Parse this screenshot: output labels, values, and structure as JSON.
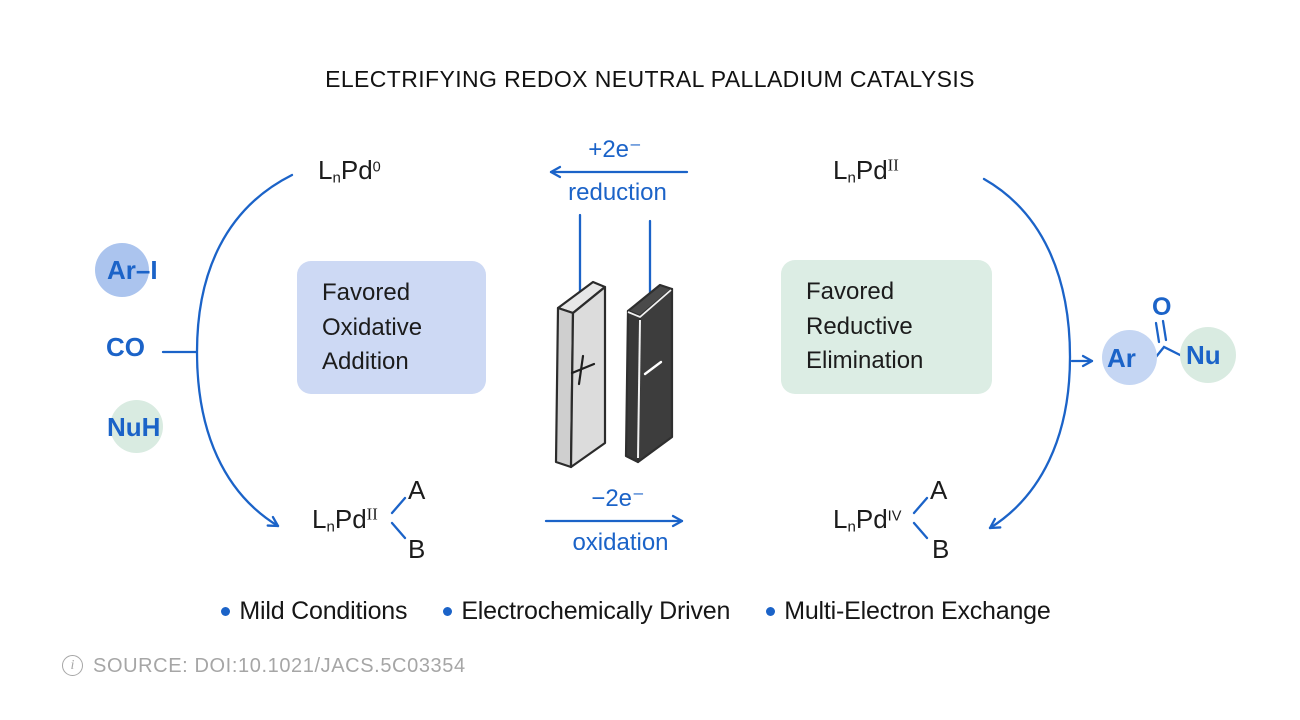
{
  "title": "ELECTRIFYING REDOX NEUTRAL PALLADIUM CATALYSIS",
  "colors": {
    "accent_blue": "#1b63c8",
    "ink": "#1a1a1a",
    "aryl_circle": "#abc4ee",
    "product_aryl_circle": "#c5d6f3",
    "nucleophile_circle": "#d9ebe1",
    "oxidative_box": "#cdd9f4",
    "reductive_box": "#dcede4",
    "electrode_light": "#dcdcdc",
    "electrode_dark": "#3d3d3d",
    "source_gray": "#a6a6a6"
  },
  "reactants": {
    "aryl_halide": "Ar–I",
    "carbon_monoxide": "CO",
    "nucleophile": "NuH"
  },
  "cycle": {
    "pd0": {
      "ligand": "L",
      "ligand_count": "n",
      "metal": "Pd",
      "oxidation_state": "0"
    },
    "pd2_top": {
      "ligand": "L",
      "ligand_count": "n",
      "metal": "Pd",
      "oxidation_state": "II"
    },
    "pd2_bottom": {
      "ligand": "L",
      "ligand_count": "n",
      "metal": "Pd",
      "oxidation_state": "II",
      "ligand_a": "A",
      "ligand_b": "B"
    },
    "pd4_bottom": {
      "ligand": "L",
      "ligand_count": "n",
      "metal": "Pd",
      "oxidation_state": "IV",
      "ligand_a": "A",
      "ligand_b": "B"
    }
  },
  "reduction_arrow": {
    "electrons": "+2e⁻",
    "label": "reduction"
  },
  "oxidation_arrow": {
    "electrons": "−2e⁻",
    "label": "oxidation"
  },
  "favored": {
    "oxidative": {
      "lines": [
        "Favored",
        "Oxidative",
        "Addition"
      ]
    },
    "reductive": {
      "lines": [
        "Favored",
        "Reductive",
        "Elimination"
      ]
    }
  },
  "product": {
    "aryl": "Ar",
    "oxygen": "O",
    "nucleophile": "Nu"
  },
  "bullets": [
    {
      "label": "Mild Conditions"
    },
    {
      "label": "Electrochemically Driven"
    },
    {
      "label": "Multi-Electron Exchange"
    }
  ],
  "source": {
    "icon": "info-icon",
    "icon_glyph": "i",
    "label": "SOURCE: DOI:10.1021/JACS.5C03354"
  }
}
